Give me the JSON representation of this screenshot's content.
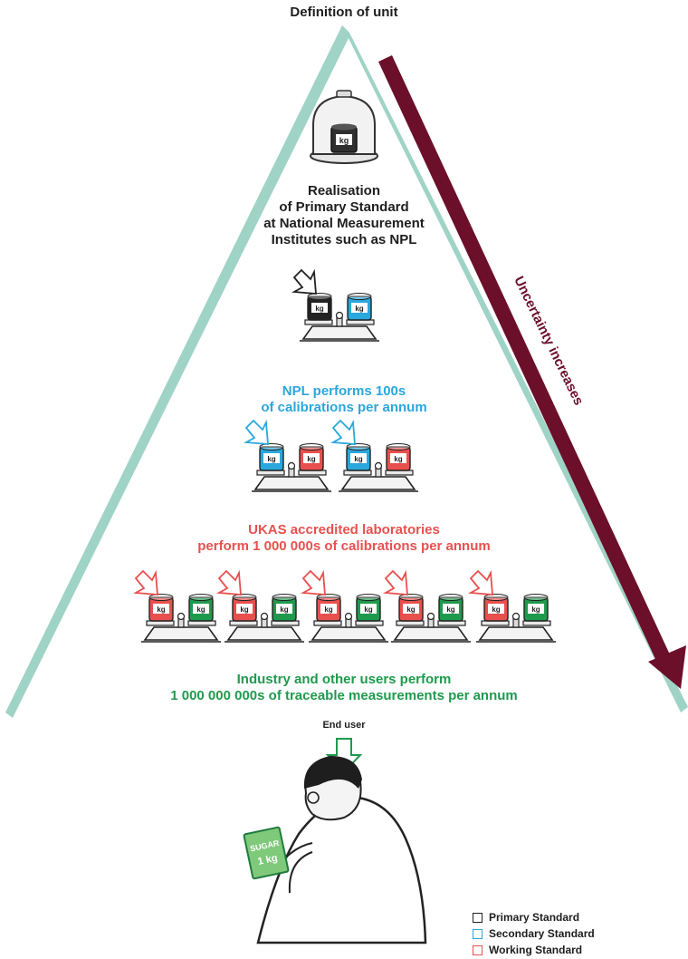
{
  "diagram": {
    "top_label": "Definition of unit",
    "level1_text": [
      "Realisation",
      "of Primary Standard",
      "at National Measurement",
      "Institutes such as NPL"
    ],
    "level2_text": [
      "NPL performs 100s",
      "of calibrations per annum"
    ],
    "level3_text": [
      "UKAS accredited laboratories",
      "perform 1 000 000s of calibrations per annum"
    ],
    "level4_text": [
      "Industry and other users perform",
      "1 000 000 000s of traceable measurements per annum"
    ],
    "end_user_label": "End user",
    "arrow_label": "Uncertainty increases",
    "weight_label": "kg",
    "sugar_label": [
      "SUGAR",
      "1 kg"
    ]
  },
  "legend": {
    "items": [
      {
        "label": "Primary Standard",
        "color": "#222222"
      },
      {
        "label": "Secondary Standard",
        "color": "#2aa7dc"
      },
      {
        "label": "Working Standard",
        "color": "#e8504e"
      }
    ]
  },
  "colors": {
    "pyramid": "#9fd3c5",
    "arrow": "#6b0f2a",
    "primary": "#222222",
    "secondary": "#2aa7dc",
    "working": "#e8504e",
    "user": "#1f9a4d"
  }
}
